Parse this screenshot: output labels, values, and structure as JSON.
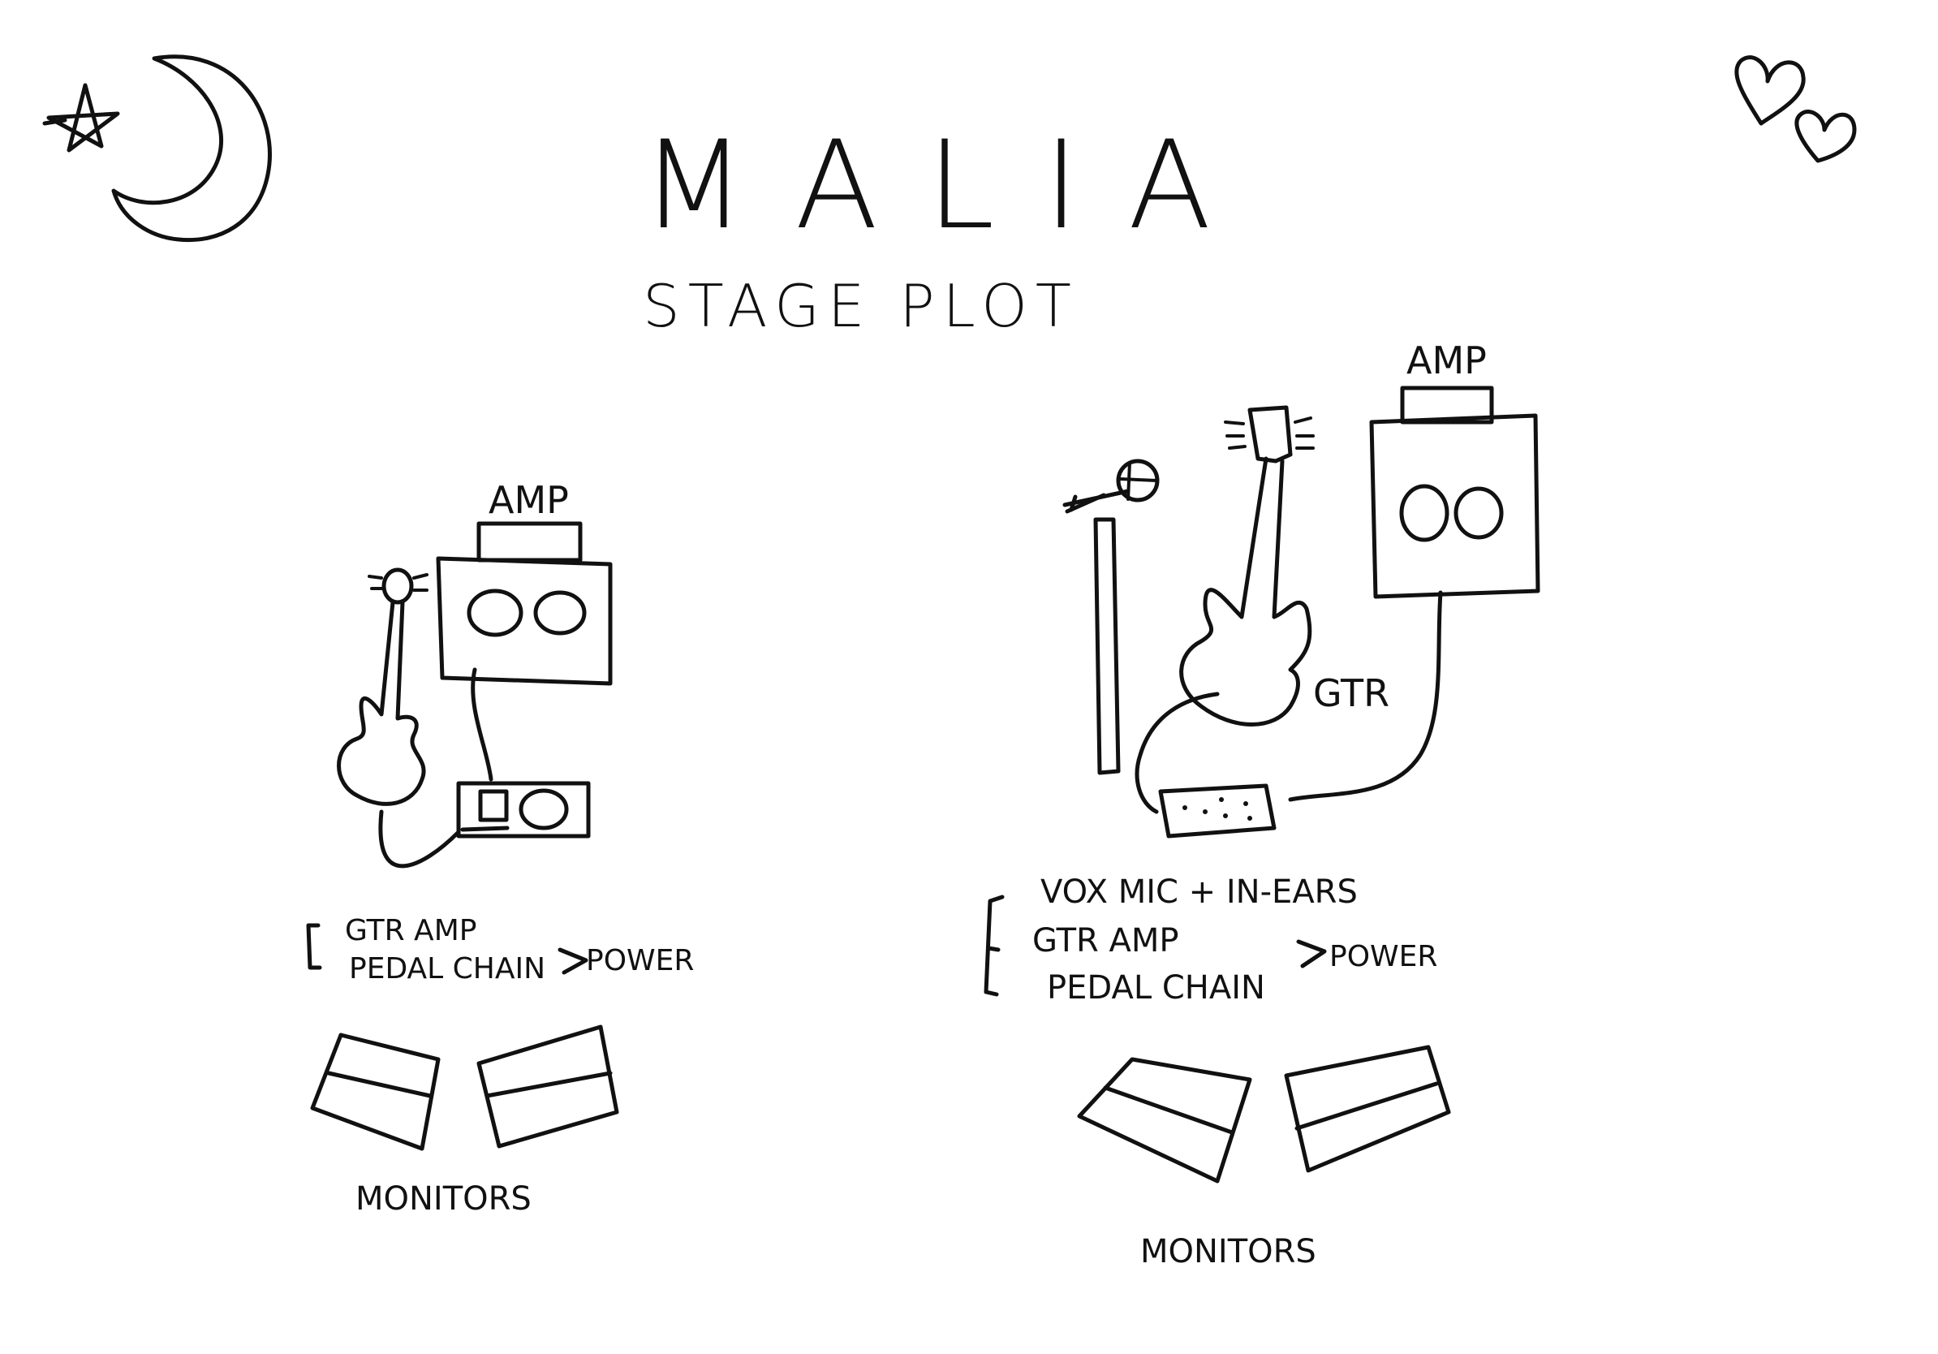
{
  "title": "MALIA",
  "subtitle": "STAGE PLOT",
  "left_setup": {
    "amp_label": "AMP",
    "power_items": [
      "GTR AMP",
      "PEDAL CHAIN"
    ],
    "power_label": "POWER",
    "monitors_label": "MONITORS"
  },
  "right_setup": {
    "amp_label": "AMP",
    "guitar_label": "GTR",
    "power_items": [
      "VOX MIC + IN-EARS",
      "GTR AMP",
      "PEDAL CHAIN"
    ],
    "power_label": "POWER",
    "monitors_label": "MONITORS"
  },
  "decorations": {
    "top_left": "moon-star-doodle",
    "top_right": "hearts-doodle"
  }
}
